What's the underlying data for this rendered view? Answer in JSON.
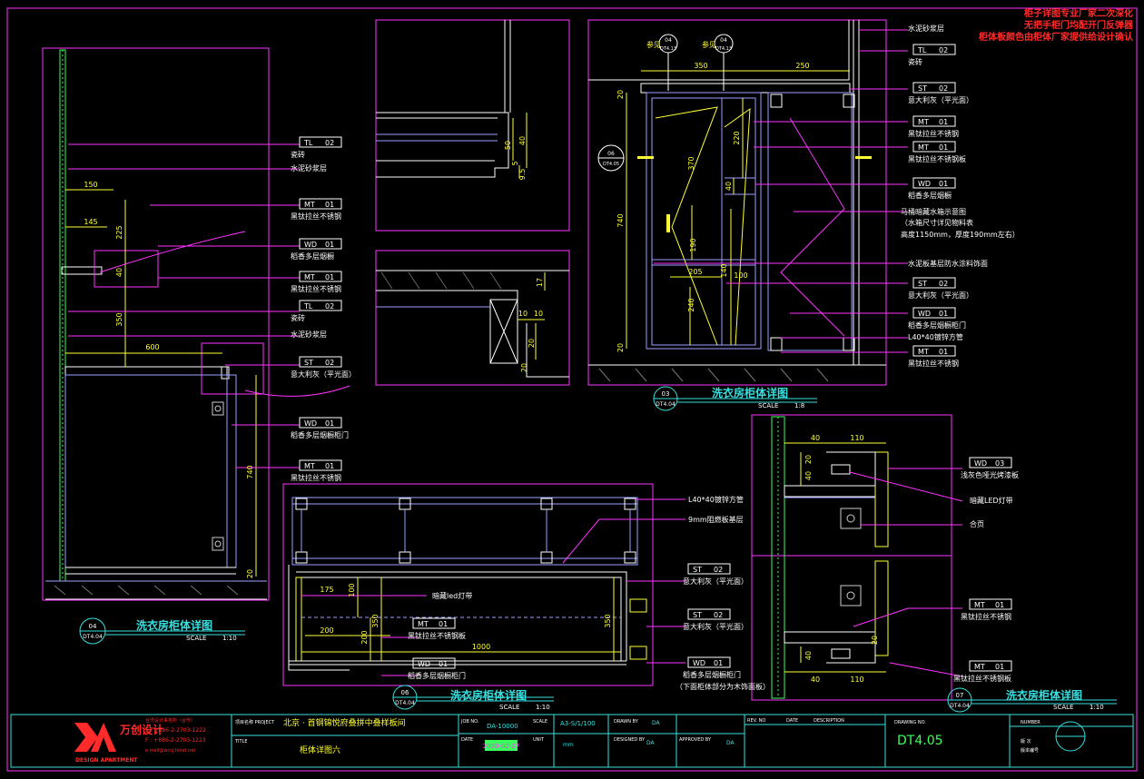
{
  "note_red": [
    "柜子详图专业厂家二次深化",
    "无把手柜门均配开门反弹器",
    "柜体板颜色由柜体厂家提供给设计确认"
  ],
  "views": {
    "v04": {
      "tag_num": "04",
      "tag_ref": "DT4.04",
      "title": "洗衣房柜体详图",
      "scale_label": "SCALE",
      "scale": "1:10",
      "dims": [
        "150",
        "145",
        "225",
        "40",
        "350",
        "600",
        "740",
        "20"
      ],
      "labels": [
        {
          "code": "TL",
          "num": "02",
          "text": "瓷砖"
        },
        {
          "code": "",
          "num": "",
          "text": "水泥砂浆层"
        },
        {
          "code": "MT",
          "num": "01",
          "text": "黑钛拉丝不锈钢"
        },
        {
          "code": "WD",
          "num": "01",
          "text": "稻香多层烟橱"
        },
        {
          "code": "MT",
          "num": "01",
          "text": "黑钛拉丝不锈钢"
        },
        {
          "code": "TL",
          "num": "02",
          "text": "瓷砖"
        },
        {
          "code": "",
          "num": "",
          "text": "水泥砂浆层"
        },
        {
          "code": "ST",
          "num": "02",
          "text": "意大利灰（平光面）"
        },
        {
          "code": "WD",
          "num": "01",
          "text": "稻香多层烟橱柜门"
        },
        {
          "code": "MT",
          "num": "01",
          "text": "黑钛拉丝不锈钢"
        }
      ]
    },
    "detail_a": {
      "dims": [
        "50",
        "40",
        "5",
        "9.5"
      ]
    },
    "detail_b": {
      "dims": [
        "17",
        "10",
        "10",
        "20",
        "20"
      ]
    },
    "v03": {
      "tag_num": "03",
      "tag_ref": "DT4.04",
      "title": "洗衣房柜体详图",
      "scale_label": "SCALE",
      "scale": "1:8",
      "ref_left": {
        "text": "参见",
        "num": "04",
        "ref": "DT4.13"
      },
      "ref_right": {
        "text": "参见",
        "num": "04",
        "ref": "DT4.13"
      },
      "side_tag": {
        "num": "06",
        "ref": "DT4.05"
      },
      "dims": [
        "350",
        "250",
        "220",
        "370",
        "40",
        "740",
        "190",
        "205",
        "140",
        "100",
        "240",
        "20",
        "20"
      ],
      "labels": [
        {
          "code": "",
          "num": "",
          "text": "水泥砂浆层"
        },
        {
          "code": "TL",
          "num": "02",
          "text": "瓷砖"
        },
        {
          "code": "ST",
          "num": "02",
          "text": "意大利灰（平光面）"
        },
        {
          "code": "MT",
          "num": "01",
          "text": "黑钛拉丝不锈钢"
        },
        {
          "code": "MT",
          "num": "01",
          "text": "黑钛拉丝不锈钢板"
        },
        {
          "code": "WD",
          "num": "01",
          "text": "稻香多层烟橱"
        },
        {
          "code": "",
          "num": "",
          "text": "马桶暗藏水箱示意图"
        },
        {
          "code": "",
          "num": "",
          "text": "（水箱尺寸详见物料表"
        },
        {
          "code": "",
          "num": "",
          "text": "高度1150mm，厚度190mm左右）"
        },
        {
          "code": "",
          "num": "",
          "text": "水泥板基层防水涂料饰面"
        },
        {
          "code": "ST",
          "num": "02",
          "text": "意大利灰（平光面）"
        },
        {
          "code": "WD",
          "num": "01",
          "text": "稻香多层烟橱柜门"
        },
        {
          "code": "",
          "num": "",
          "text": "L40*40镀锌方管"
        },
        {
          "code": "MT",
          "num": "01",
          "text": "黑钛拉丝不锈钢"
        }
      ]
    },
    "v06": {
      "tag_num": "06",
      "tag_ref": "DT4.04",
      "title": "洗衣房柜体详图",
      "scale_label": "SCALE",
      "scale": "1:10",
      "dims": [
        "175",
        "100",
        "350",
        "200",
        "200",
        "1000",
        "350"
      ],
      "labels": [
        {
          "code": "",
          "num": "",
          "text": "L40*40镀锌方管"
        },
        {
          "code": "",
          "num": "",
          "text": "9mm阻燃板基层"
        },
        {
          "code": "ST",
          "num": "02",
          "text": "意大利灰（平光面）"
        },
        {
          "code": "",
          "num": "",
          "text": "暗藏led灯带"
        },
        {
          "code": "ST",
          "num": "02",
          "text": "意大利灰（平光面）"
        },
        {
          "code": "MT",
          "num": "01",
          "text": "黑钛拉丝不锈钢板"
        },
        {
          "code": "WD",
          "num": "01",
          "text": "稻香多层烟橱柜门"
        },
        {
          "code": "WD",
          "num": "01",
          "text": "稻香多层烟橱柜门"
        },
        {
          "code": "",
          "num": "",
          "text": "（下面柜体部分为木饰面板）"
        }
      ]
    },
    "v07": {
      "tag_num": "07",
      "tag_ref": "DT4.04",
      "title": "洗衣房柜体详图",
      "scale_label": "SCALE",
      "scale": "1:10",
      "dims": [
        "40",
        "110",
        "20",
        "40",
        "20",
        "40",
        "40",
        "110"
      ],
      "labels": [
        {
          "code": "WD",
          "num": "03",
          "text": "浅灰色哑光烤漆板"
        },
        {
          "code": "",
          "num": "",
          "text": "暗藏LED灯带"
        },
        {
          "code": "",
          "num": "",
          "text": "合页"
        },
        {
          "code": "MT",
          "num": "01",
          "text": "黑钛拉丝不锈钢"
        },
        {
          "code": "MT",
          "num": "01",
          "text": "黑钛拉丝不锈钢板"
        }
      ]
    }
  },
  "title_block": {
    "brand_cn": "万创设计",
    "brand_en": "DESIGN APARTMENT",
    "contact": [
      "台湾设计事务所（合作）",
      "T : +886-2-2703-1222",
      "F : +886-2-2703-1223",
      "e.mail@wcsj.hinet.net"
    ],
    "project_label": "项目名称 PROJECT",
    "project": "北京 · 首钢锦悦府叠拼中叠样板间",
    "title_label": "TITLE",
    "title": "柜体详图六",
    "job_no_label": "JOB NO.",
    "job_no": "DA-10000",
    "date_label": "DATE",
    "date": "2020-02-27",
    "scale_label": "SCALE",
    "scale": "A3-S/1/100",
    "unit_label": "UNIT",
    "unit": "mm",
    "drawn_label": "DRAWN BY",
    "drawn": "DA",
    "designed_label": "DESIGNED BY",
    "designed": "DA",
    "approved_label": "APPROVED BY",
    "approved": "DA",
    "rev_no_label": "REV. NO",
    "rev_date_label": "DATE",
    "rev_desc_label": "DESCRIPTION",
    "drawing_no_label": "DRAWING NO.",
    "drawing_no": "DT4.05",
    "number_label": "NUMBER",
    "number_sub": [
      "版 次",
      "版本编号"
    ]
  }
}
